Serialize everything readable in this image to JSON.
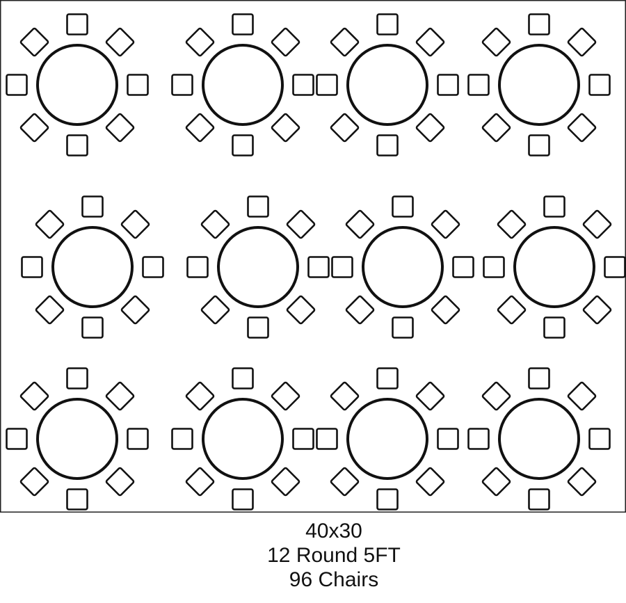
{
  "layout": {
    "tent_size": "40x30",
    "table_summary": "12 Round 5FT",
    "chair_summary": "96 Chairs",
    "table_count": 12,
    "chairs_per_table": 8,
    "tables": [
      {
        "row": 1,
        "col": 1,
        "chairs": 8
      },
      {
        "row": 1,
        "col": 2,
        "chairs": 8
      },
      {
        "row": 1,
        "col": 3,
        "chairs": 8
      },
      {
        "row": 1,
        "col": 4,
        "chairs": 8
      },
      {
        "row": 2,
        "col": 1,
        "chairs": 8
      },
      {
        "row": 2,
        "col": 2,
        "chairs": 8
      },
      {
        "row": 2,
        "col": 3,
        "chairs": 8
      },
      {
        "row": 2,
        "col": 4,
        "chairs": 8
      },
      {
        "row": 3,
        "col": 1,
        "chairs": 8
      },
      {
        "row": 3,
        "col": 2,
        "chairs": 8
      },
      {
        "row": 3,
        "col": 3,
        "chairs": 8
      },
      {
        "row": 3,
        "col": 4,
        "chairs": 8
      }
    ]
  },
  "colors": {
    "line": "#111111",
    "fill": "#ffffff",
    "frame": "#222222"
  }
}
